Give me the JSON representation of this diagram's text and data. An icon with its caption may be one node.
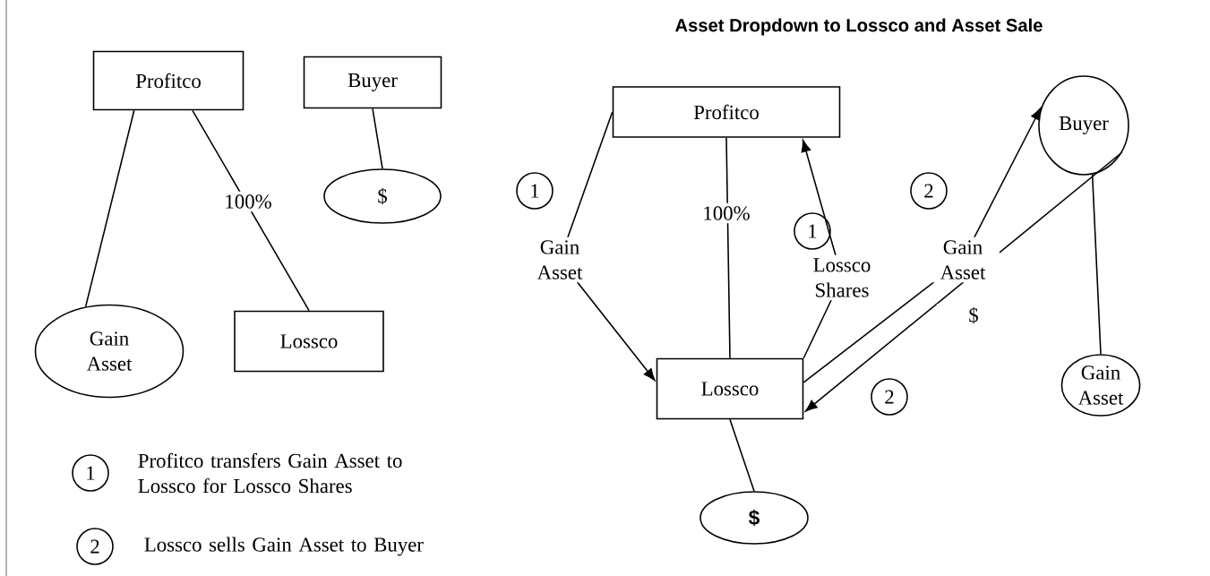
{
  "diagram": {
    "title": "Asset Dropdown to Lossco and Asset Sale",
    "nodes": [
      {
        "text": [
          "Profitco"
        ]
      },
      {
        "text": [
          "Buyer"
        ]
      },
      {
        "text": [
          "$"
        ]
      },
      {
        "text": [
          "Gain Asset"
        ]
      },
      {
        "text": [
          "Lossco"
        ]
      },
      {
        "text": [
          "Profitco"
        ]
      },
      {
        "text": [
          "Buyer"
        ]
      },
      {
        "text": [
          "Lossco"
        ]
      },
      {
        "text": [
          "$"
        ]
      },
      {
        "text": [
          "Gain Asset"
        ]
      },
      {
        "text": [
          "1"
        ]
      },
      {
        "text": [
          "1"
        ]
      },
      {
        "text": [
          "2"
        ]
      },
      {
        "text": [
          "2"
        ]
      },
      {
        "text": [
          "1"
        ],
        "beside": [
          "Profitco transfers Gain Asset to Lossco for Lossco Shares"
        ]
      },
      {
        "text": [
          "2"
        ],
        "beside": [
          "Lossco sells Gain Asset to Buyer"
        ]
      }
    ],
    "edges": [
      {
        "from": 0,
        "to": 3,
        "arrow": "none"
      },
      {
        "from": 0,
        "to": 4,
        "arrow": "none",
        "label": "100%"
      },
      {
        "from": 1,
        "to": 2,
        "arrow": "none"
      },
      {
        "from": 5,
        "to": 7,
        "arrow": "none",
        "label": "100%"
      },
      {
        "from": 5,
        "to": 7,
        "arrow": "to",
        "label": "Gain Asset"
      },
      {
        "from": 7,
        "to": 5,
        "arrow": "to",
        "label": "Lossco Shares"
      },
      {
        "from": 7,
        "to": 6,
        "arrow": "to",
        "label": "Gain Asset"
      },
      {
        "from": 6,
        "to": 7,
        "arrow": "to",
        "label": "$"
      },
      {
        "from": 6,
        "to": 9,
        "arrow": "none"
      },
      {
        "from": 7,
        "to": 8,
        "arrow": "none"
      }
    ]
  }
}
